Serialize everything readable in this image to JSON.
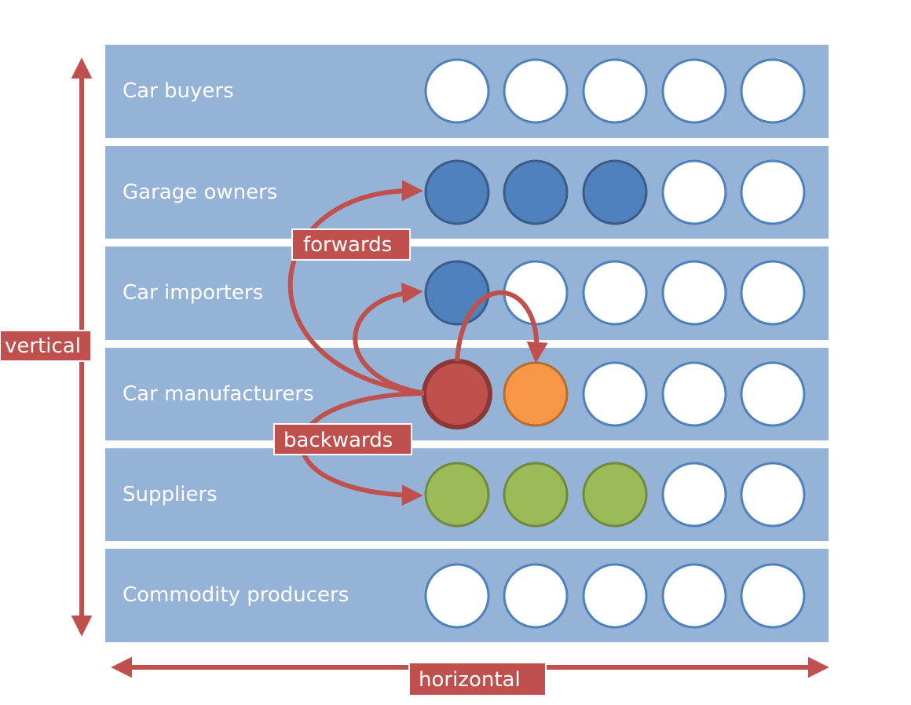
{
  "rows": [
    {
      "label": "Car buyers",
      "circles": [
        "empty",
        "empty",
        "empty",
        "empty",
        "empty"
      ]
    },
    {
      "label": "Garage owners",
      "circles": [
        "blue",
        "blue",
        "blue",
        "empty",
        "empty"
      ]
    },
    {
      "label": "Car importers",
      "circles": [
        "blue",
        "empty",
        "empty",
        "empty",
        "empty"
      ]
    },
    {
      "label": "Car manufacturers",
      "circles": [
        "red",
        "orange",
        "empty",
        "empty",
        "empty"
      ]
    },
    {
      "label": "Suppliers",
      "circles": [
        "green",
        "green",
        "green",
        "empty",
        "empty"
      ]
    },
    {
      "label": "Commodity producers",
      "circles": [
        "empty",
        "empty",
        "empty",
        "empty",
        "empty"
      ]
    }
  ],
  "tags": {
    "vertical": "vertical",
    "horizontal": "horizontal",
    "forwards": "forwards",
    "backwards": "backwards"
  },
  "colors": {
    "band": "#95B3D7",
    "arrow": "#C0504D",
    "circle_stroke": "#4F81BD",
    "empty": "#FFFFFF",
    "blue": "#4F81BD",
    "blue_stroke": "#385D8A",
    "red": "#C0504D",
    "red_stroke": "#8C3836",
    "orange": "#F79646",
    "orange_stroke": "#B66D31",
    "green": "#9BBB59",
    "green_stroke": "#71893F",
    "tag_border": "#FFFFFF"
  }
}
